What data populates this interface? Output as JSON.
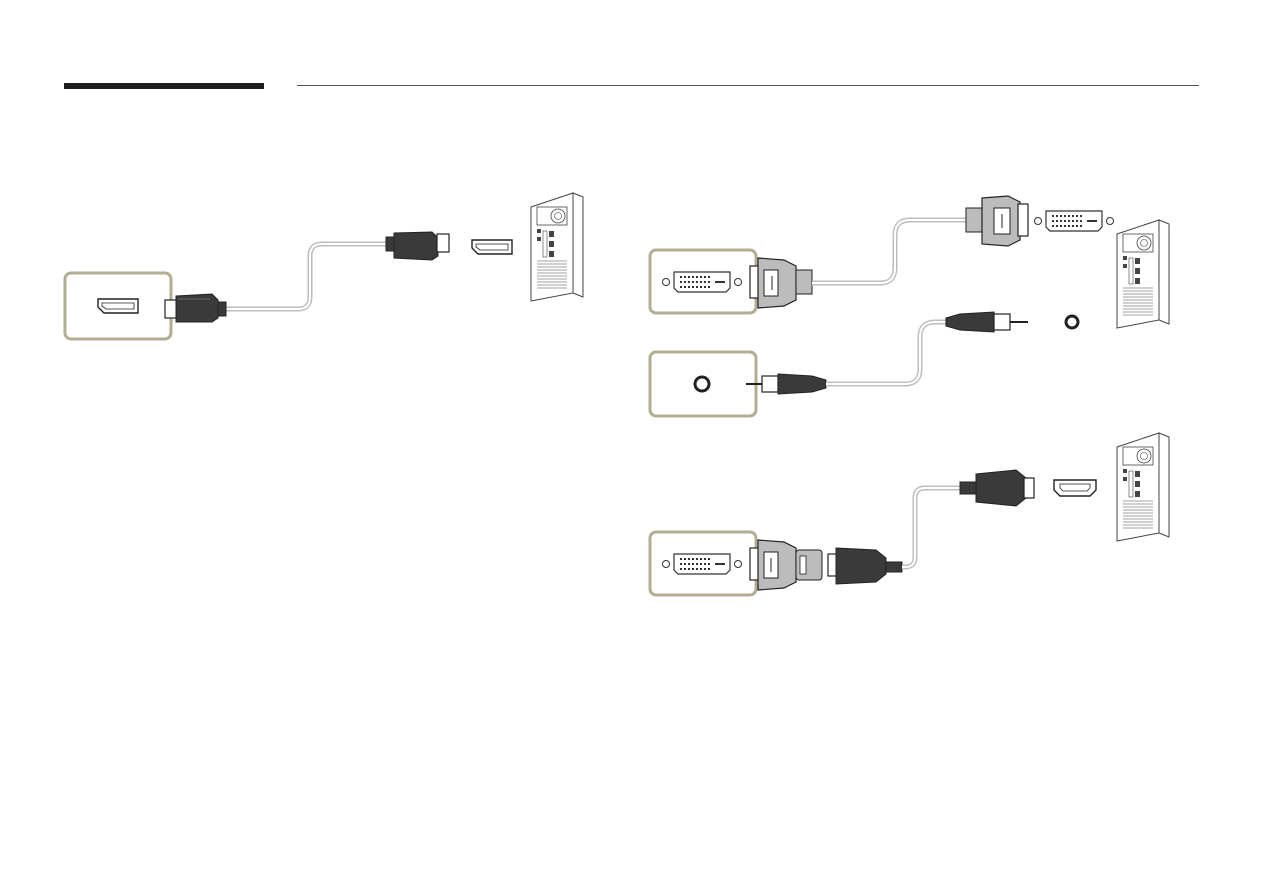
{
  "page": {
    "description_text": ""
  },
  "diagrams": [
    {
      "id": "displayport-connection",
      "source_port": "displayport-port-icon",
      "pc_port": "displayport-port-icon",
      "cable": "displayport-cable"
    },
    {
      "id": "dvi-audio-connection",
      "source_ports": [
        "dvi-port-icon",
        "audio-in-port-icon"
      ],
      "cables": [
        "dvi-cable",
        "stereo-audio-cable"
      ]
    },
    {
      "id": "dvi-hdmi-connection",
      "source_port": "dvi-port-icon",
      "pc_port": "hdmi-port-icon",
      "cable": "dvi-to-hdmi-cable"
    }
  ],
  "colors": {
    "port_frame": "#b3ad93",
    "connector_dark": "#3a3a3a",
    "cable_gray": "#bdbdbd",
    "line": "#222222"
  }
}
